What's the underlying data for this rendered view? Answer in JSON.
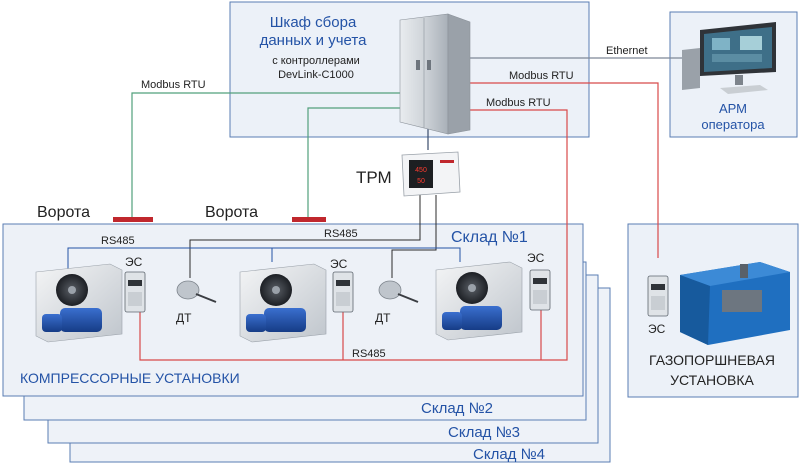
{
  "cabinet": {
    "title_line1": "Шкаф сбора",
    "title_line2": "данных и учета",
    "sub_line1": "с контроллерами",
    "sub_line2": "DevLink-C1000"
  },
  "operator": {
    "line1": "АРМ",
    "line2": "оператора"
  },
  "labels": {
    "ethernet": "Ethernet",
    "modbus_left": "Modbus RTU",
    "modbus_right_top": "Modbus RTU",
    "modbus_right_mid": "Modbus RTU",
    "trm": "ТРМ",
    "gate1": "Ворота",
    "gate2": "Ворота",
    "rs485_left": "RS485",
    "rs485_mid": "RS485",
    "rs485_bottom": "RS485",
    "es1": "ЭС",
    "es2": "ЭС",
    "es3": "ЭС",
    "es_gas": "ЭС",
    "dt1": "ДТ",
    "dt2": "ДТ",
    "compressors": "КОМПРЕССОРНЫЕ УСТАНОВКИ",
    "gas_line1": "ГАЗОПОРШНЕВАЯ",
    "gas_line2": "УСТАНОВКА"
  },
  "warehouses": [
    "Склад №1",
    "Склад №2",
    "Склад №3",
    "Склад №4"
  ],
  "colors": {
    "panel_bg": "#ecf1f8",
    "panel_border": "#5a7db3",
    "title_blue": "#2453a6",
    "modbus_left_line": "#52a07c",
    "modbus_right_line": "#d84a4a",
    "ethernet_line": "#7e8896",
    "gate_red": "#c0272d"
  }
}
